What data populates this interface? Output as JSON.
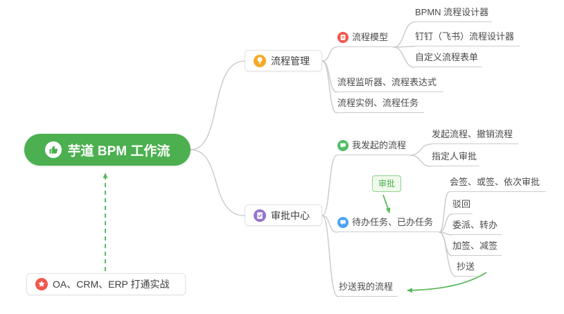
{
  "root": {
    "label": "芋道 BPM 工作流"
  },
  "nodes": {
    "process_management": "流程管理",
    "process_model": "流程模型",
    "bpmn_designer": "BPMN 流程设计器",
    "dingtalk_feishu_designer": "钉钉（飞书）流程设计器",
    "custom_form": "自定义流程表单",
    "listener_expression": "流程监听器、流程表达式",
    "instance_task": "流程实例、流程任务",
    "approval_center": "审批中心",
    "my_started_process": "我发起的流程",
    "start_cancel_process": "发起流程、撤销流程",
    "assignee_approval": "指定人审批",
    "todo_done_task": "待办任务、已办任务",
    "countersign_or_sequential": "会签、或签、依次审批",
    "reject": "驳回",
    "delegate_transfer": "委派、转办",
    "add_reduce_sign": "加签、减签",
    "cc": "抄送",
    "cc_my_process": "抄送我的流程",
    "practice": "OA、CRM、ERP 打通实战"
  },
  "badge": {
    "label": "审批"
  },
  "colors": {
    "connector": "#cccccc",
    "root_bg": "#4cb050",
    "green": "#5cb85c",
    "badge_bg": "#f0f9eb",
    "badge_border": "#8fd48f",
    "orange": "#f7a821",
    "purple": "#9575cd",
    "red": "#f2564d",
    "leaf_green": "#53bd65",
    "blue": "#4aa3f5"
  }
}
